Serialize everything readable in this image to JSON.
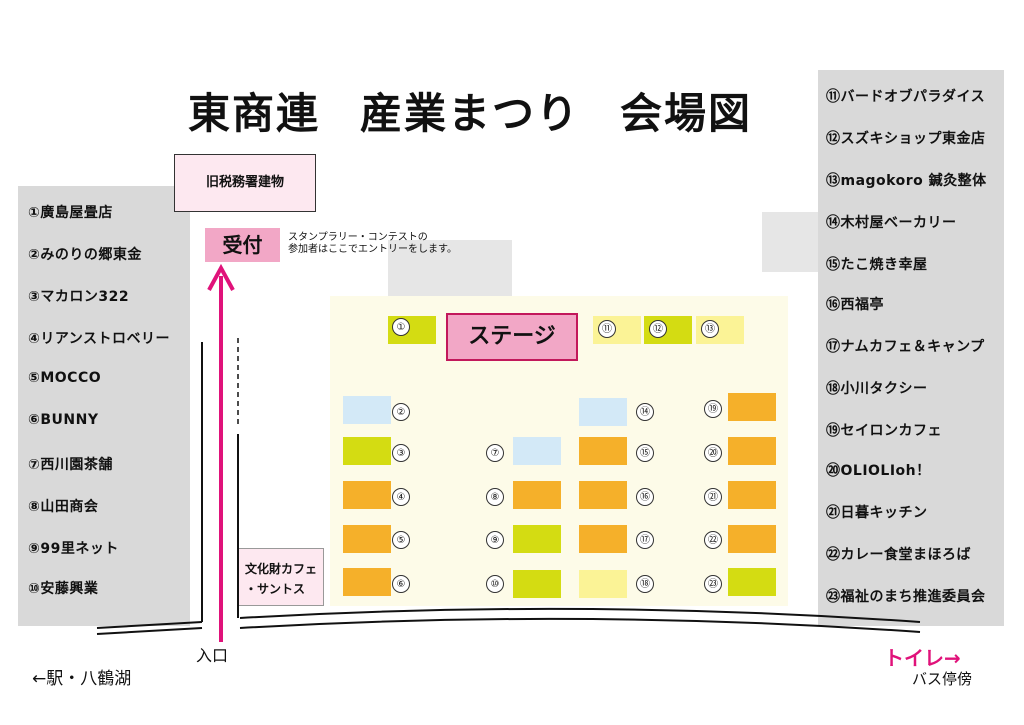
{
  "title": [
    "東商連",
    "産業まつり",
    "会場図"
  ],
  "left_vendors": [
    "①廣島屋畳店",
    "②みのりの郷東金",
    "③マカロン322",
    "④リアンストロベリー",
    "⑤MOCCO",
    "⑥BUNNY",
    "⑦西川園茶舗",
    "⑧山田商会",
    "⑨99里ネット",
    "⑩安藤興業"
  ],
  "right_vendors": [
    "⑪バードオブパラダイス",
    "⑫スズキショップ東金店",
    "⑬magokoro 鍼灸整体",
    "⑭木村屋ベーカリー",
    "⑮たこ焼き幸屋",
    "⑯西福亭",
    "⑰ナムカフェ＆キャンプ",
    "⑱小川タクシー",
    "⑲セイロンカフェ",
    "⑳OLIOLIoh！",
    "㉑日暮キッチン",
    "㉒カレー食堂まほろば",
    "㉓福祉のまち推進委員会"
  ],
  "old_building": "旧税務署建物",
  "reception": "受付",
  "reception_note": [
    "スタンプラリー・コンテストの",
    "参加者はここでエントリーをします。"
  ],
  "stage": "ステージ",
  "cafe": [
    "文化財カフェ",
    "・サントス"
  ],
  "entrance": "入口",
  "station": "←駅・八鶴湖",
  "toilet": "トイレ→",
  "bus_stop": "バス停傍",
  "booths": [
    {
      "num": "①",
      "color": "lime"
    },
    {
      "num": "②",
      "color": "blue"
    },
    {
      "num": "③",
      "color": "lime"
    },
    {
      "num": "④",
      "color": "orange"
    },
    {
      "num": "⑤",
      "color": "orange"
    },
    {
      "num": "⑥",
      "color": "orange"
    },
    {
      "num": "⑦",
      "color": "blue"
    },
    {
      "num": "⑧",
      "color": "orange"
    },
    {
      "num": "⑨",
      "color": "lime"
    },
    {
      "num": "⑩",
      "color": "lime"
    },
    {
      "num": "⑪",
      "color": "yellow"
    },
    {
      "num": "⑫",
      "color": "lime"
    },
    {
      "num": "⑬",
      "color": "yellow"
    },
    {
      "num": "⑭",
      "color": "blue"
    },
    {
      "num": "⑮",
      "color": "orange"
    },
    {
      "num": "⑯",
      "color": "orange"
    },
    {
      "num": "⑰",
      "color": "orange"
    },
    {
      "num": "⑱",
      "color": "yellow"
    },
    {
      "num": "⑲",
      "color": "orange"
    },
    {
      "num": "⑳",
      "color": "orange"
    },
    {
      "num": "㉑",
      "color": "orange"
    },
    {
      "num": "㉒",
      "color": "orange"
    },
    {
      "num": "㉓",
      "color": "lime"
    }
  ],
  "colors": {
    "orange": "#f5b02a",
    "lime": "#d4dc12",
    "blue": "#d3e9f7",
    "yellow": "#fbf396",
    "accent": "#e0127a"
  }
}
